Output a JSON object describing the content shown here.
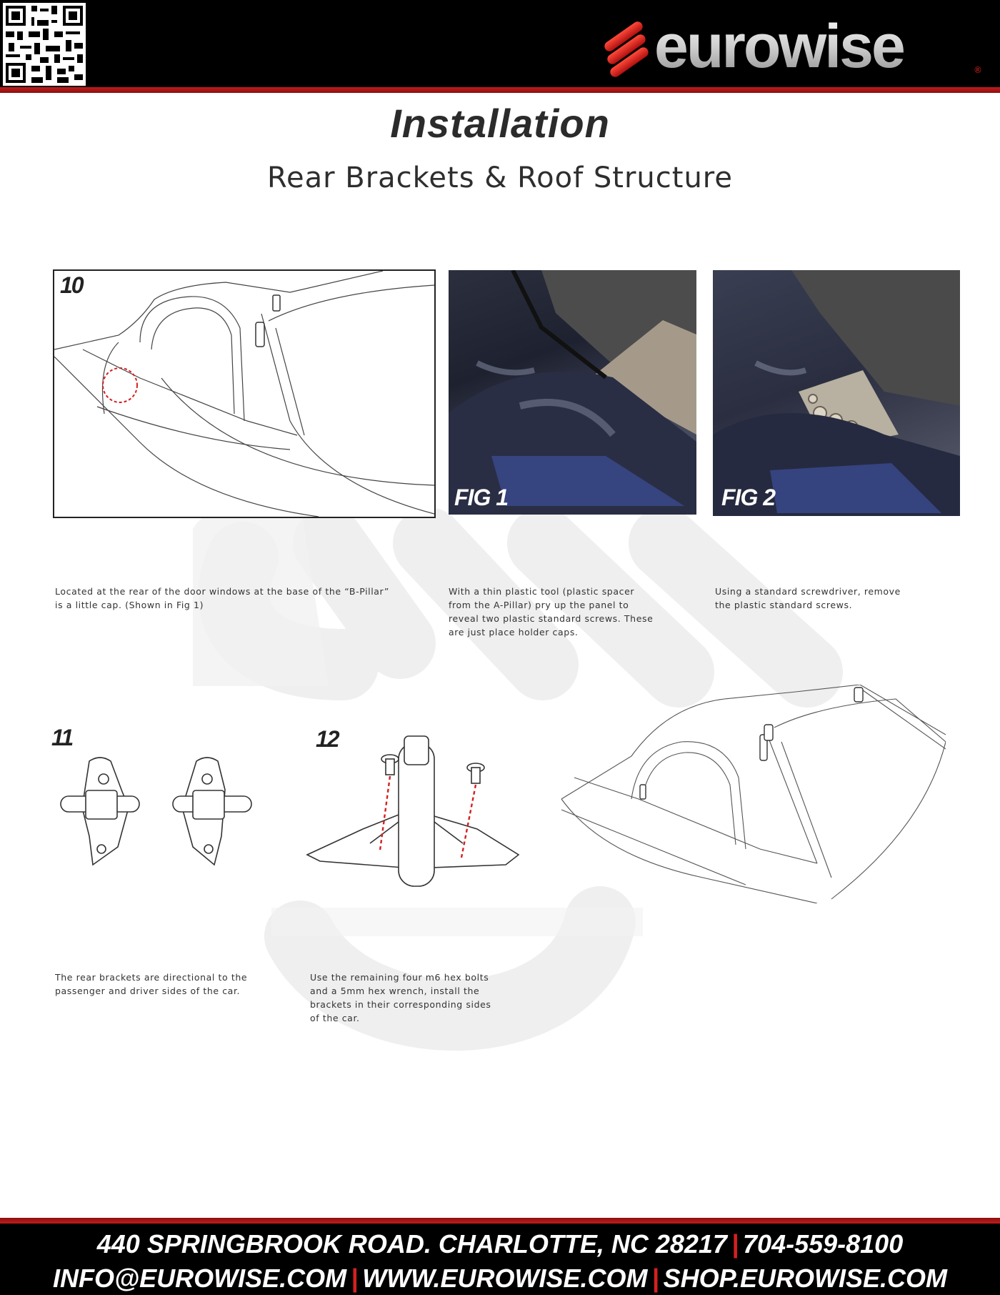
{
  "header": {
    "brand_name": "eurowise",
    "brand_mark": "®",
    "qr_code_icon": "qr-code-icon"
  },
  "title": "Installation",
  "subtitle": "Rear Brackets & Roof Structure",
  "steps": {
    "step10": {
      "number": "10"
    },
    "fig1": {
      "label": "FIG 1"
    },
    "fig2": {
      "label": "FIG 2"
    },
    "step11": {
      "number": "11"
    },
    "step12": {
      "number": "12"
    }
  },
  "captions": {
    "c1": "Located at the rear of the door windows at the base of the “B-Pillar”\nis a little cap. (Shown in Fig 1)",
    "c2": "With a thin plastic tool (plastic spacer\nfrom the A-Pillar) pry up the panel to\nreveal two plastic standard screws. These\nare just place holder caps.",
    "c3": "Using a standard screwdriver, remove\nthe plastic standard screws.",
    "c4": "The rear brackets are directional to the\npassenger and driver sides of the car.",
    "c5": "Use the remaining four m6 hex bolts\nand a 5mm hex wrench, install the\nbrackets in their corresponding sides\nof the car."
  },
  "footer": {
    "address": "440 SPRINGBROOK ROAD. CHARLOTTE, NC 28217",
    "phone": "704-559-8100",
    "email": "INFO@EUROWISE.COM",
    "website": "WWW.EUROWISE.COM",
    "shop": "SHOP.EUROWISE.COM",
    "separator": "|"
  },
  "colors": {
    "brand_red": "#d42020",
    "header_bg": "#000000",
    "text_dark": "#2b2b2b"
  }
}
